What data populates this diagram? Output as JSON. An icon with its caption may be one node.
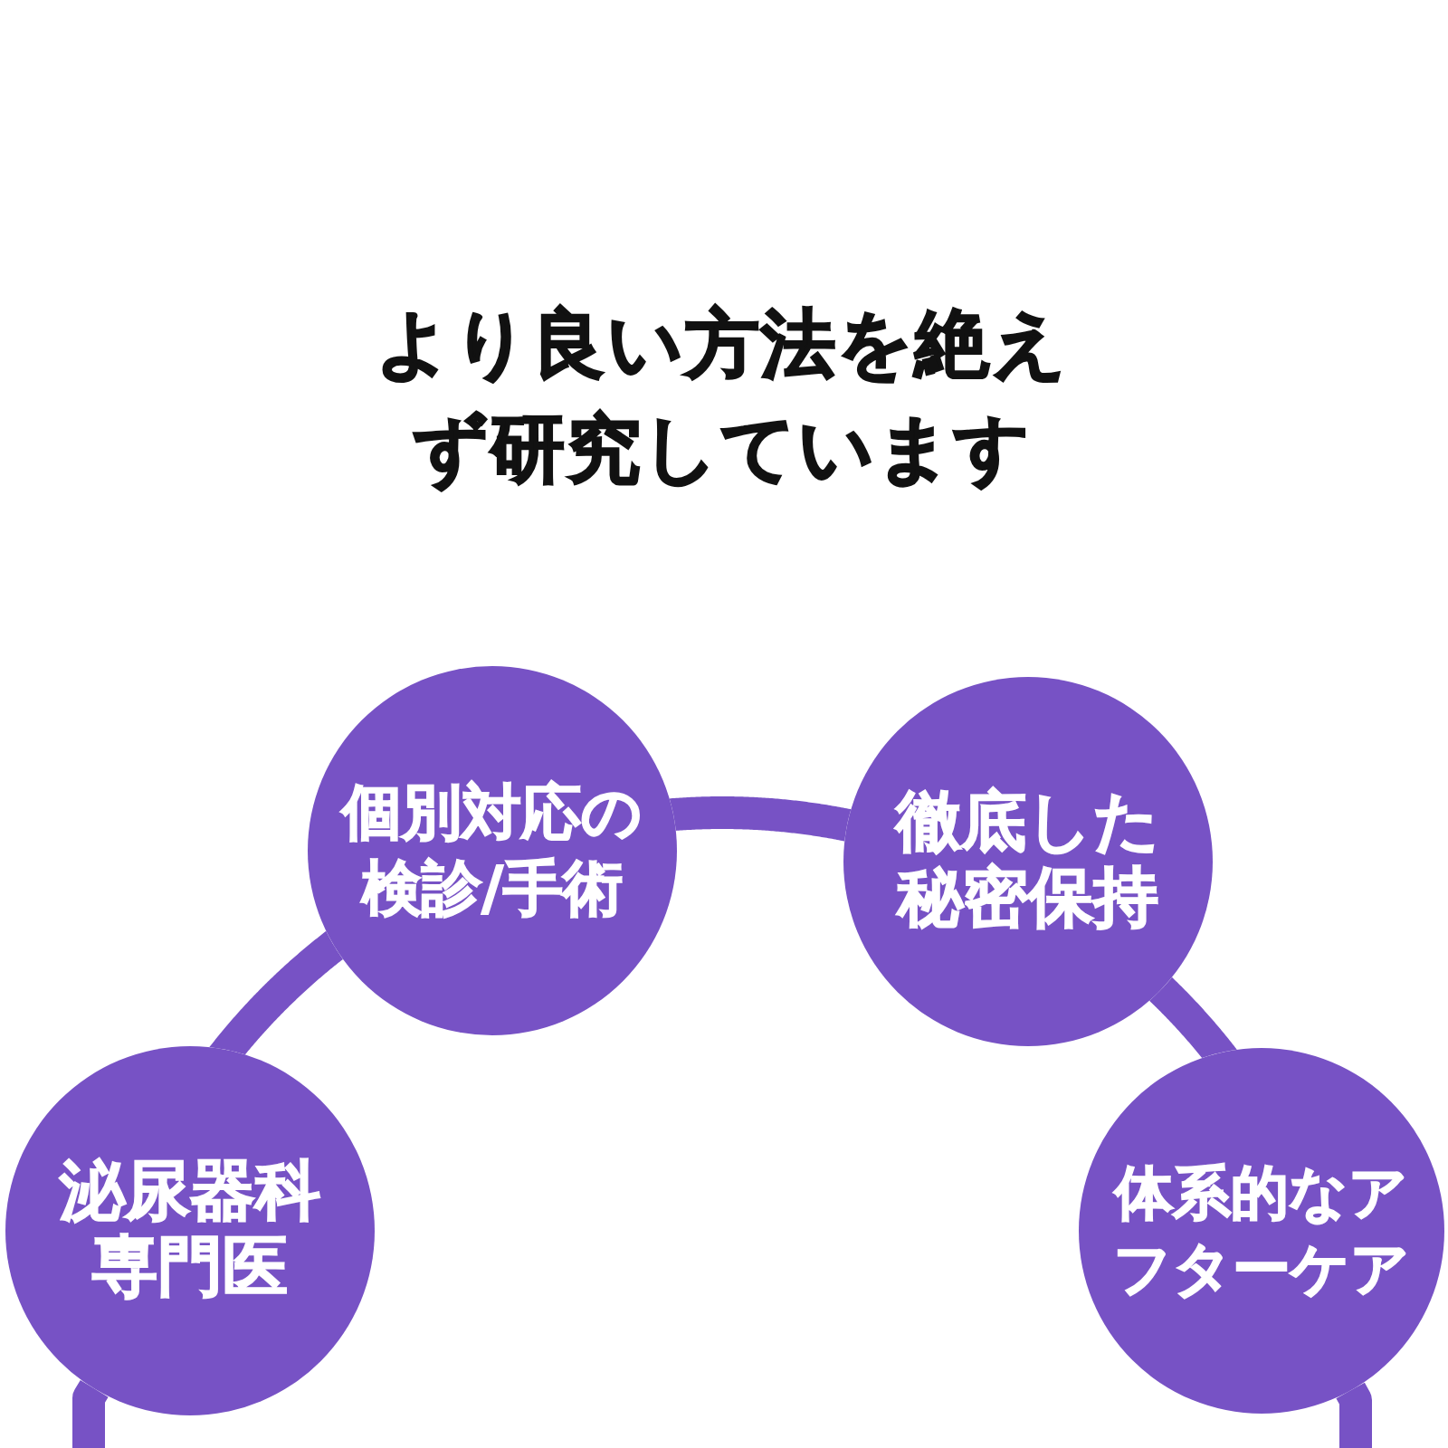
{
  "diagram": {
    "title": "より良い方法を絶えず研究しています",
    "nodes": [
      {
        "text": [
          "泌尿器科専門医"
        ]
      },
      {
        "text": [
          "個別対応の検診/手術"
        ]
      },
      {
        "text": [
          "徹底した秘密保持"
        ]
      },
      {
        "text": [
          "体系的なアフターケア"
        ]
      }
    ],
    "edges": [
      {
        "from": null,
        "to": 0,
        "arrow": "none"
      },
      {
        "from": 0,
        "to": 1,
        "arrow": "none"
      },
      {
        "from": 1,
        "to": 2,
        "arrow": "none"
      },
      {
        "from": 2,
        "to": 3,
        "arrow": "none"
      },
      {
        "from": 3,
        "to": null,
        "arrow": "none"
      }
    ]
  }
}
